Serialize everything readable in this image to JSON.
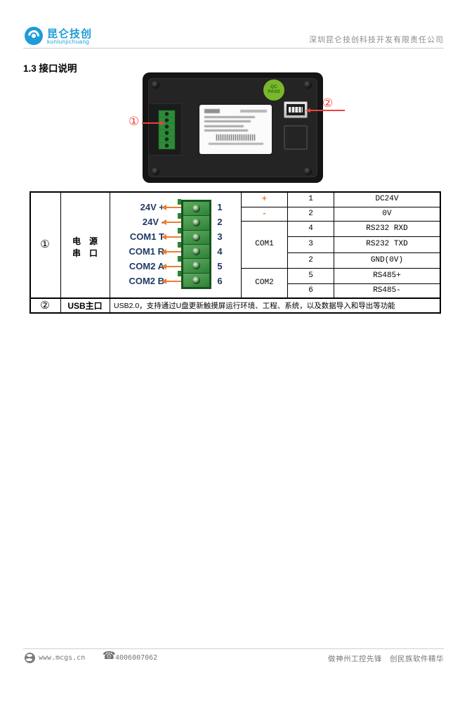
{
  "colors": {
    "brand_blue": "#1E9CD7",
    "arrow_orange": "#ED7D31",
    "callout_red": "#E8433C",
    "label_navy": "#1F3A63",
    "qc_green": "#79B829"
  },
  "header": {
    "logo_title": "昆仑技创",
    "logo_subtitle": "kunlunjichuang",
    "company_name": "深圳昆仑技创科技开发有限责任公司"
  },
  "section_title": "1.3  接口说明",
  "device": {
    "qc_line1": "QC",
    "qc_line2": "PASS",
    "callout_1": "①",
    "callout_2": "②"
  },
  "table": {
    "row1": {
      "index": "①",
      "name_line1": "电　源",
      "name_line2": "串　口",
      "pins": [
        {
          "label": "24V +",
          "number": "1"
        },
        {
          "label": "24V -",
          "number": "2"
        },
        {
          "label": "COM1 T",
          "number": "3"
        },
        {
          "label": "COM1 R",
          "number": "4"
        },
        {
          "label": "COM2 A",
          "number": "5"
        },
        {
          "label": "COM2 B",
          "number": "6"
        }
      ],
      "map": {
        "com1": "COM1",
        "com2": "COM2",
        "rows": [
          {
            "signal": "+",
            "pin": "1",
            "desc": "DC24V"
          },
          {
            "signal": "-",
            "pin": "2",
            "desc": "0V"
          },
          {
            "signal": "",
            "pin": "4",
            "desc": "RS232 RXD"
          },
          {
            "signal": "",
            "pin": "3",
            "desc": "RS232 TXD"
          },
          {
            "signal": "",
            "pin": "2",
            "desc": "GND(0V)"
          },
          {
            "signal": "",
            "pin": "5",
            "desc": "RS485+"
          },
          {
            "signal": "",
            "pin": "6",
            "desc": "RS485-"
          }
        ]
      }
    },
    "row2": {
      "index": "②",
      "name": "USB主口",
      "desc": "USB2.0，支持通过U盘更新触摸屏运行环境、工程、系统，以及数据导入和导出等功能"
    }
  },
  "footer": {
    "website": "www.mcgs.cn",
    "phone": "4006007062",
    "slogan": "做神州工控先锋　创民族软件精华"
  }
}
